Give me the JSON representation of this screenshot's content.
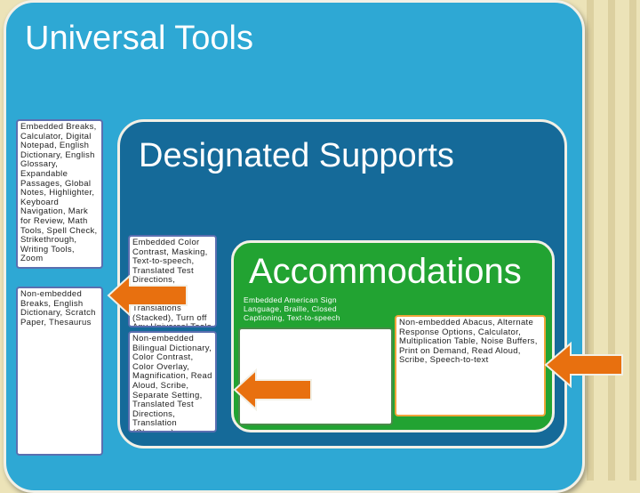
{
  "title": "Universal Tools",
  "universal": {
    "embedded": "Embedded Breaks, Calculator, Digital Notepad, English Dictionary, English Glossary, Expandable Passages, Global Notes, Highlighter, Keyboard Navigation, Mark for Review, Math Tools, Spell Check, Strikethrough, Writing Tools, Zoom",
    "non_embedded": "Non-embedded Breaks, English Dictionary, Scratch Paper, Thesaurus"
  },
  "designated": {
    "title": "Designated Supports",
    "embedded": "Embedded Color Contrast, Masking, Text-to-speech, Translated Test Directions, Translations (Glossary), Translations (Stacked), Turn off Any Universal Tools",
    "non_embedded": "Non-embedded Bilingual Dictionary, Color Contrast, Color Overlay, Magnification, Read Aloud, Scribe, Separate Setting, Translated Test Directions, Translation (Glossary)"
  },
  "accommodations": {
    "title": "Accommodations",
    "embedded": "Embedded American Sign Language, Braille, Closed Captioning, Text-to-speech",
    "non_embedded": "Non-embedded Abacus, Alternate Response Options, Calculator, Multiplication Table, Noise Buffers, Print on Demand, Read Aloud, Scribe, Speech-to-text"
  },
  "colors": {
    "outer": "#2ea8d4",
    "middle": "#156a99",
    "inner": "#22a332",
    "arrow": "#e8700f"
  }
}
